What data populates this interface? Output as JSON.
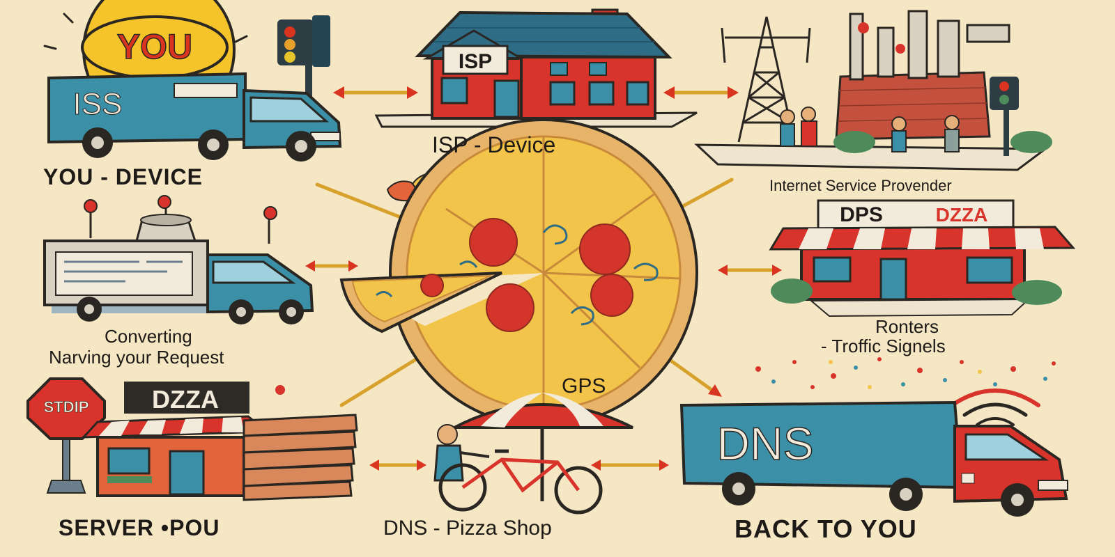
{
  "colors": {
    "background": "#f5e6c4",
    "truck_blue": "#3b8fa6",
    "shop_red": "#d8342b",
    "awning_white": "#f2eadb",
    "pizza_cheese": "#f2c44a",
    "pepperoni": "#d4352a",
    "arrow": "#d8a12c",
    "sun": "#f5c42b"
  },
  "signs": {
    "you": "YOU",
    "truck_iss": "ISS",
    "isp_house": "ISP",
    "dps_shop_left": "DPS",
    "dps_shop_right": "DZZA",
    "stop_sign": "STDIP",
    "pizza_shop": "DZZA",
    "dns_truck": "DNS"
  },
  "captions": {
    "you_device": "YOU - DEVICE",
    "isp_device": "ISP - Device",
    "isp_provider": "Internet Service Provender",
    "converting_line1": "Converting",
    "converting_line2": "Narving your Request",
    "routers_line1": "Ronters",
    "routers_line2": "- Troffic Signels",
    "gps": "GPS",
    "server_you": "SERVER •POU",
    "dns_pizza": "DNS - Pizza Shop",
    "back_to_you": "BACK TO YOU"
  }
}
